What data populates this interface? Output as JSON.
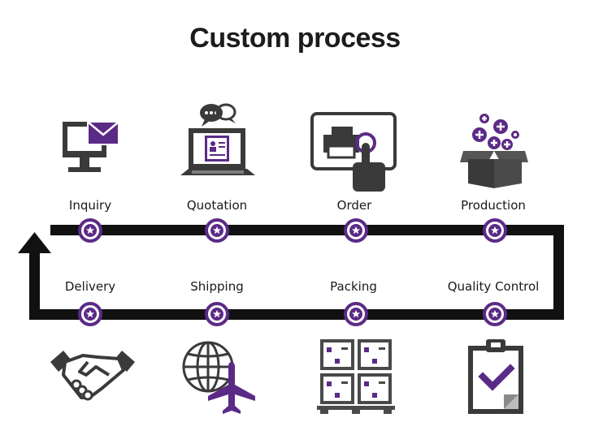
{
  "title": "Custom process",
  "colors": {
    "accent": "#5b2a86",
    "dark": "#2b2b2b",
    "gray": "#4a4a4a"
  },
  "steps_top": [
    {
      "label": "Inquiry",
      "icon": "monitor-mail-icon"
    },
    {
      "label": "Quotation",
      "icon": "laptop-quote-icon"
    },
    {
      "label": "Order",
      "icon": "touch-order-icon"
    },
    {
      "label": "Production",
      "icon": "box-production-icon"
    }
  ],
  "steps_bottom": [
    {
      "label": "Delivery",
      "icon": "handshake-icon"
    },
    {
      "label": "Shipping",
      "icon": "globe-plane-icon"
    },
    {
      "label": "Packing",
      "icon": "pallet-boxes-icon"
    },
    {
      "label": "Quality Control",
      "icon": "clipboard-check-icon"
    }
  ]
}
